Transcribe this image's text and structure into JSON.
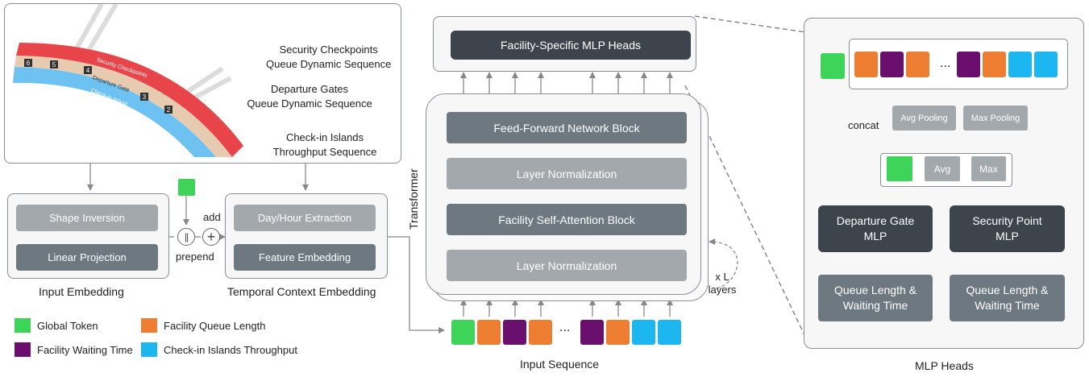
{
  "image_panel": {
    "labels": {
      "security": [
        "Security Checkpoints",
        "Queue Dynamic Sequence"
      ],
      "departure": [
        "Departure Gates",
        "Queue Dynamic Sequence"
      ],
      "checkin": [
        "Check-in Islands",
        "Throughput Sequence"
      ]
    },
    "map_text": {
      "security": "Security Checkpoints",
      "departure": "Departure Gate",
      "checkin": "Check-in Island",
      "zone_numbers": [
        "6",
        "5",
        "4",
        "3",
        "2"
      ]
    }
  },
  "input_embedding": {
    "caption": "Input Embedding",
    "blocks": [
      "Shape Inversion",
      "Linear Projection"
    ]
  },
  "temporal_embedding": {
    "caption": "Temporal Context Embedding",
    "blocks": [
      "Day/Hour Extraction",
      "Feature Embedding"
    ]
  },
  "ops": {
    "add": "add",
    "prepend": "prepend"
  },
  "legend": [
    {
      "label": "Global Token",
      "color": "#3ed45a"
    },
    {
      "label": "Facility Queue Length",
      "color": "#ed7d31"
    },
    {
      "label": "Facility Waiting Time",
      "color": "#6a0f6e"
    },
    {
      "label": "Check-in Islands Throughput",
      "color": "#1cb6f0"
    }
  ],
  "transformer": {
    "side_label": "Transformer",
    "heads_label": "Facility-Specific MLP Heads",
    "blocks": [
      "Feed-Forward Network Block",
      "Layer Normalization",
      "Facility Self-Attention Block",
      "Layer Normalization"
    ],
    "repeat": [
      "x L",
      "layers"
    ]
  },
  "input_sequence": {
    "caption": "Input Sequence",
    "ellipsis": "...",
    "tokens": [
      "global",
      "queue",
      "wait",
      "queue",
      "wait",
      "queue",
      "throughput",
      "throughput"
    ]
  },
  "mlp_heads": {
    "caption": "MLP Heads",
    "concat": "concat",
    "avg_pooling": "Avg Pooling",
    "max_pooling": "Max Pooling",
    "avg": "Avg",
    "max": "Max",
    "ellipsis": "...",
    "departure_mlp": [
      "Departure Gate",
      "MLP"
    ],
    "security_mlp": [
      "Security Point",
      "MLP"
    ],
    "output": [
      "Queue Length &",
      "Waiting Time"
    ]
  },
  "colors": {
    "global": "#3ed45a",
    "queue": "#ed7d31",
    "wait": "#6a0f6e",
    "throughput": "#1cb6f0",
    "dark": "#3d444c",
    "mid": "#6e7881",
    "light": "#a3a8ad"
  }
}
